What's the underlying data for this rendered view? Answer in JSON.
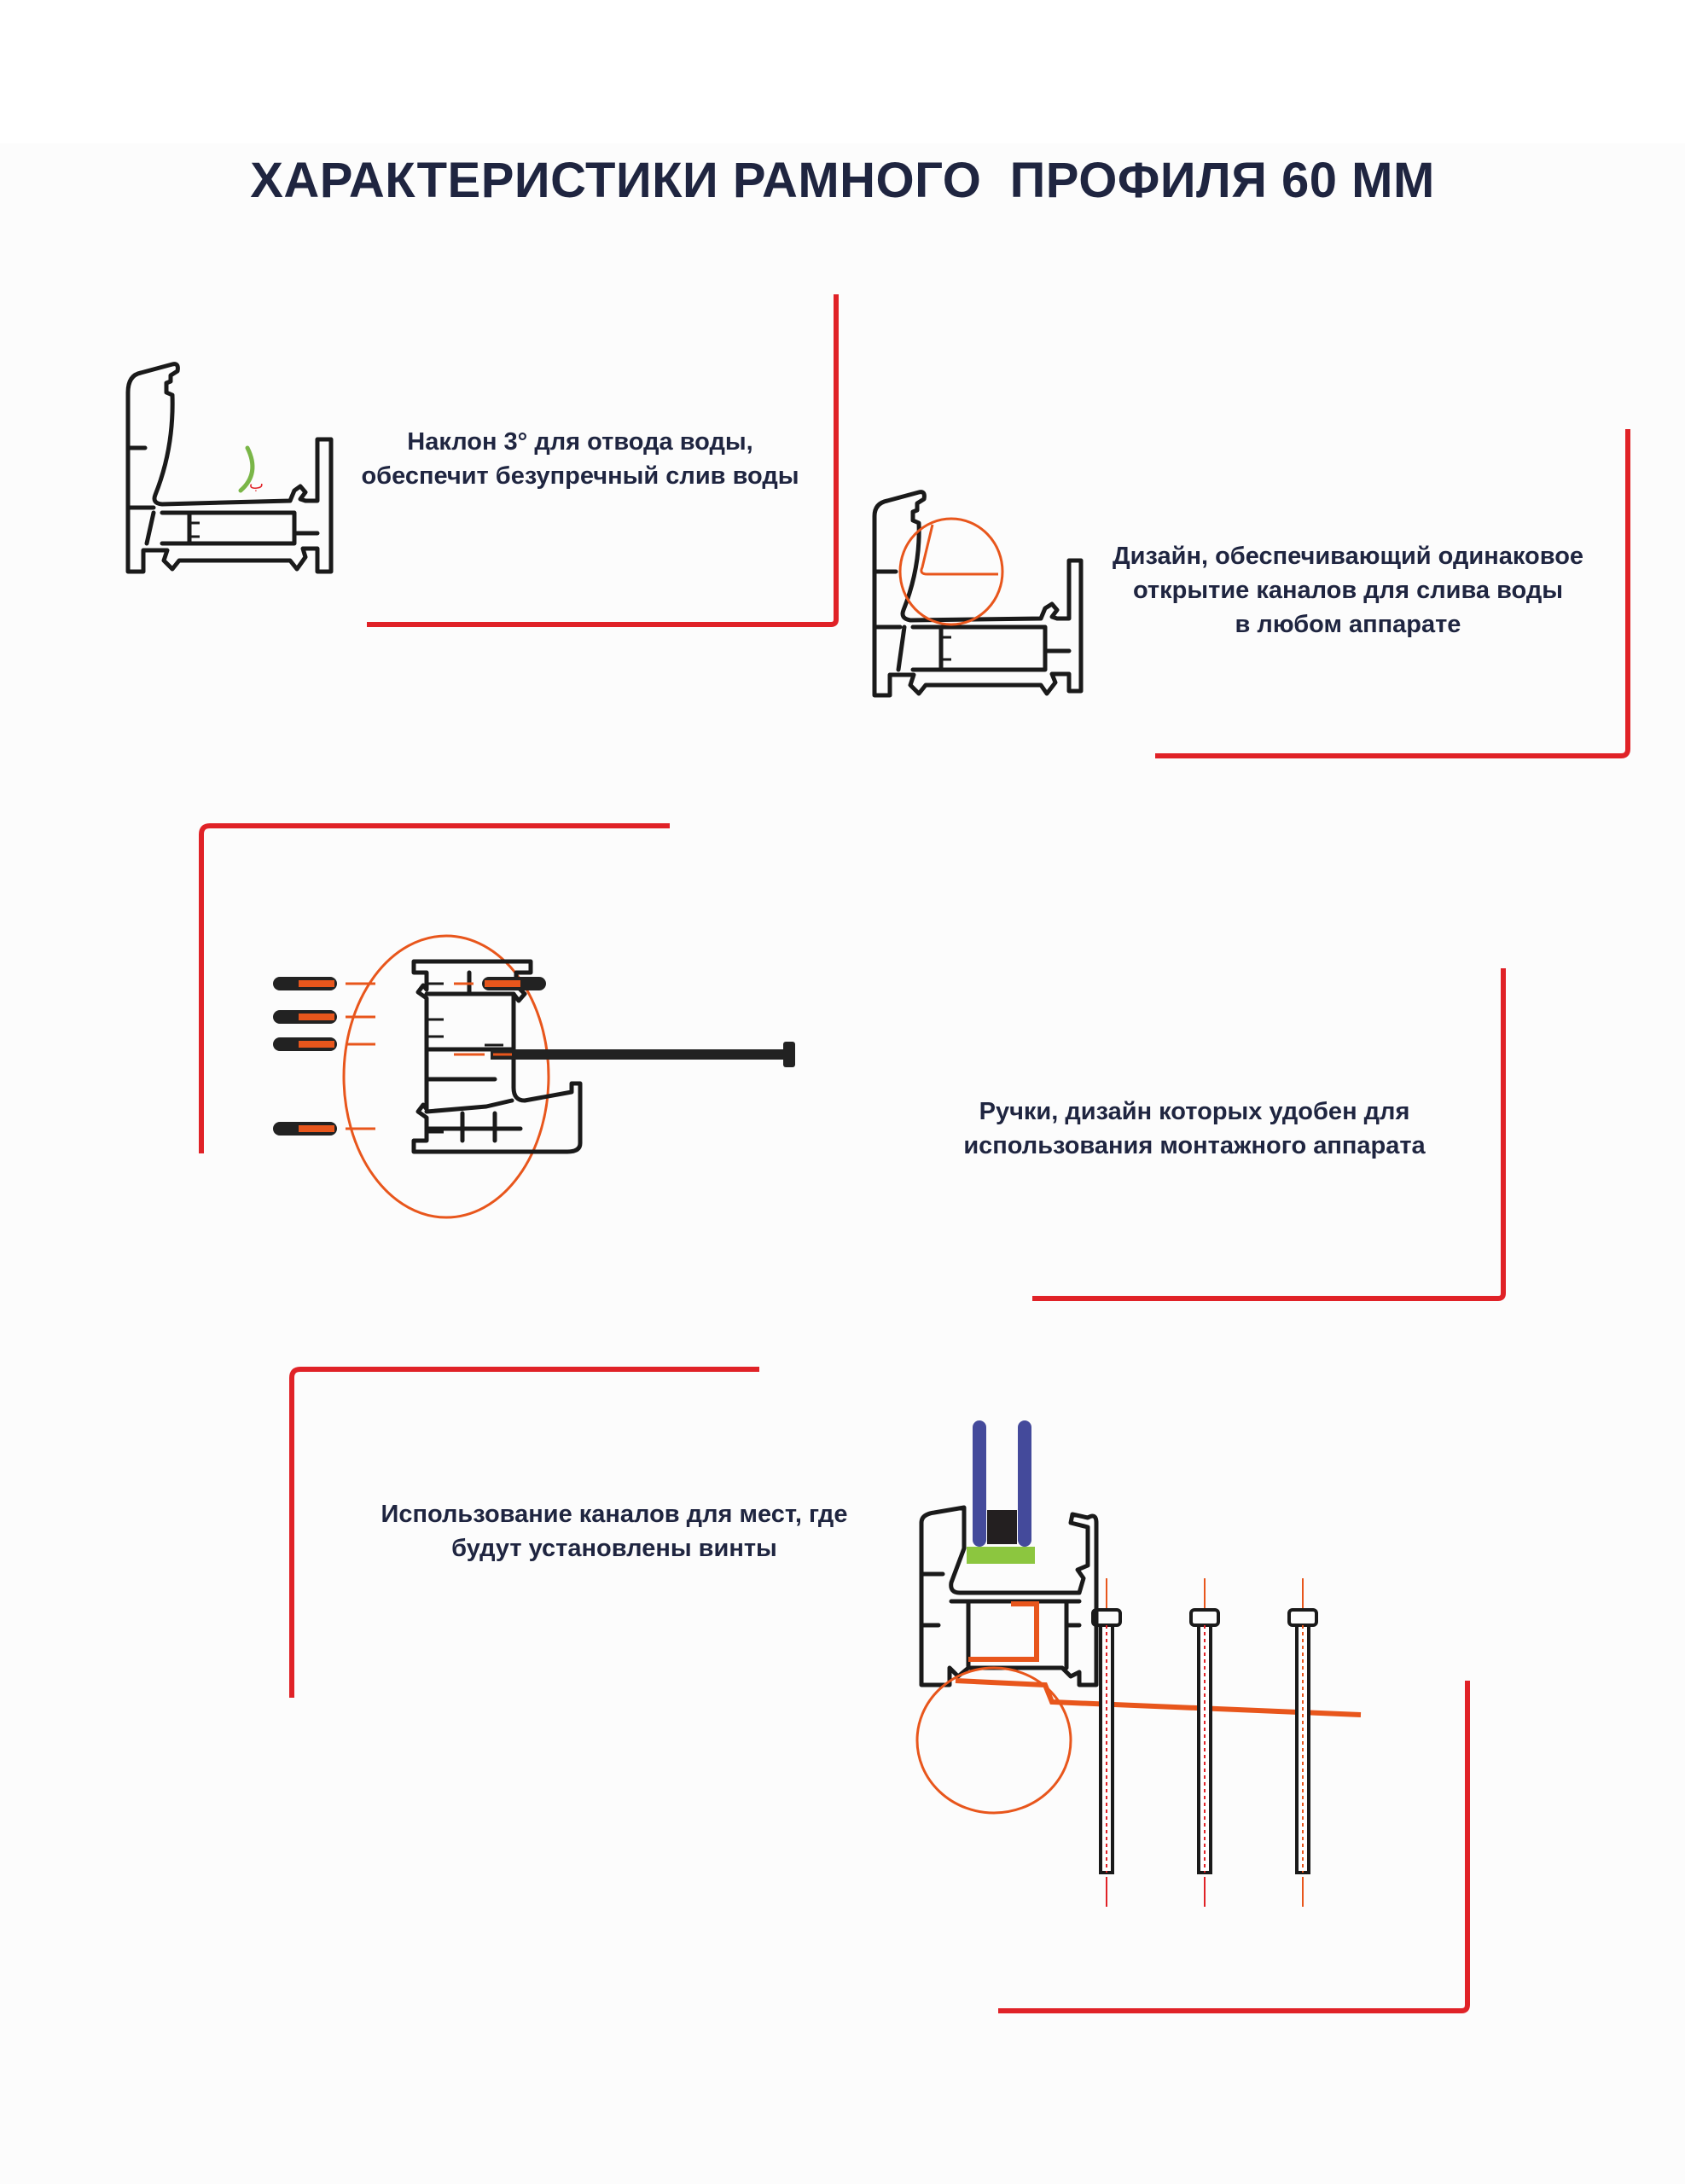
{
  "page": {
    "title": "ХАРАКТЕРИСТИКИ РАМНОГО  ПРОФИЛЯ 60 ММ",
    "colors": {
      "text": "#1f2540",
      "frame_accent": "#e02227",
      "highlight_orange": "#e8561c",
      "glass_blue": "#444a9b",
      "spacer_green": "#8cc63f",
      "gasket_black": "#231f20",
      "slope_marker_green": "#7ab648",
      "background": "#fcfcfc"
    }
  },
  "features": [
    {
      "id": "slope",
      "caption": "Наклон 3° для отвода воды,\nобеспечит безупречный слив воды",
      "illustration": "profile-section-slope",
      "marker_label": "ب"
    },
    {
      "id": "drain-channels",
      "caption": "Дизайн, обеспечивающий одинаковое\nоткрытие каналов для слива воды\nв любом аппарате",
      "illustration": "profile-section-drain-highlight"
    },
    {
      "id": "mounting",
      "caption": "Ручки, дизайн которых удобен для\nиспользования монтажного аппарата",
      "illustration": "profile-with-anchors-and-screw"
    },
    {
      "id": "screw-channels",
      "caption": "Использование каналов для мест, где\nбудут установлены винты",
      "illustration": "profile-with-glazing-and-screws"
    }
  ]
}
